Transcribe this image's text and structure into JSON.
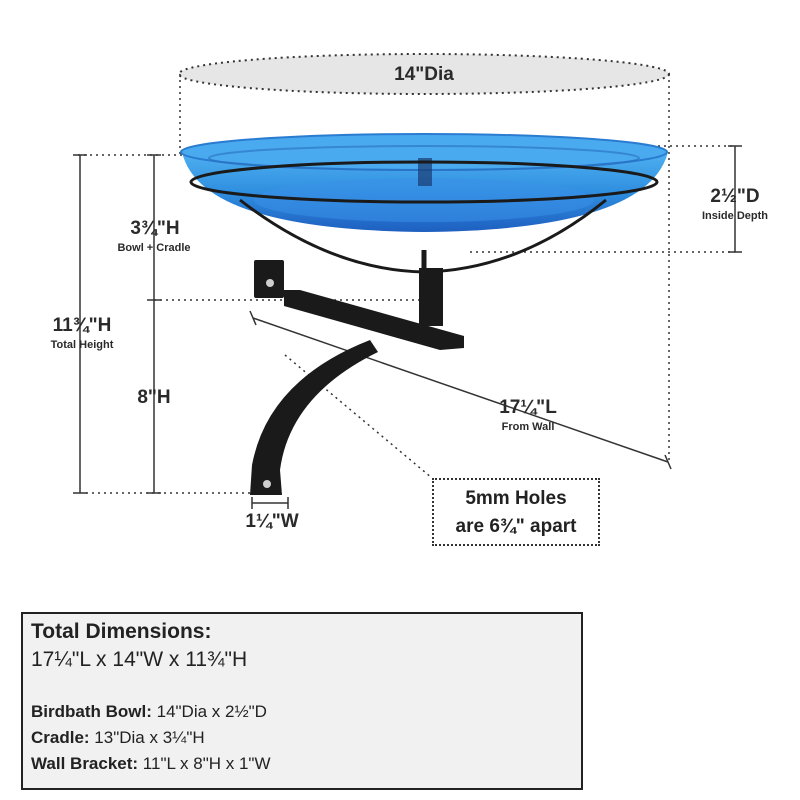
{
  "labels": {
    "diameter": "14\"Dia",
    "depth": "2½\"D",
    "depth_caption": "Inside Depth",
    "bowl_cradle_height": "3¾\"H",
    "bowl_cradle_caption": "Bowl + Cradle",
    "total_height": "11¾\"H",
    "total_height_caption": "Total Height",
    "bracket_height": "8\"H",
    "length": "17¼\"L",
    "length_caption": "From Wall",
    "width": "1¼\"W",
    "holes_line1": "5mm Holes",
    "holes_line2": "are 6¾\" apart"
  },
  "dimensions_box": {
    "title": "Total Dimensions:",
    "overall": "17¼\"L x 14\"W x 11¾\"H",
    "bowl_label": "Birdbath Bowl:",
    "bowl_value": " 14\"Dia x 2½\"D",
    "cradle_label": "Cradle:",
    "cradle_value": " 13\"Dia x 3¼\"H",
    "bracket_label": "Wall Bracket:",
    "bracket_value": " 11\"L x 8\"H x 1\"W"
  },
  "colors": {
    "bowl_blue": "#2f8fe0",
    "bowl_blue_dark": "#1e5fc0",
    "metal": "#1a1a1a",
    "thumb_bowl": "#35b8d8"
  }
}
